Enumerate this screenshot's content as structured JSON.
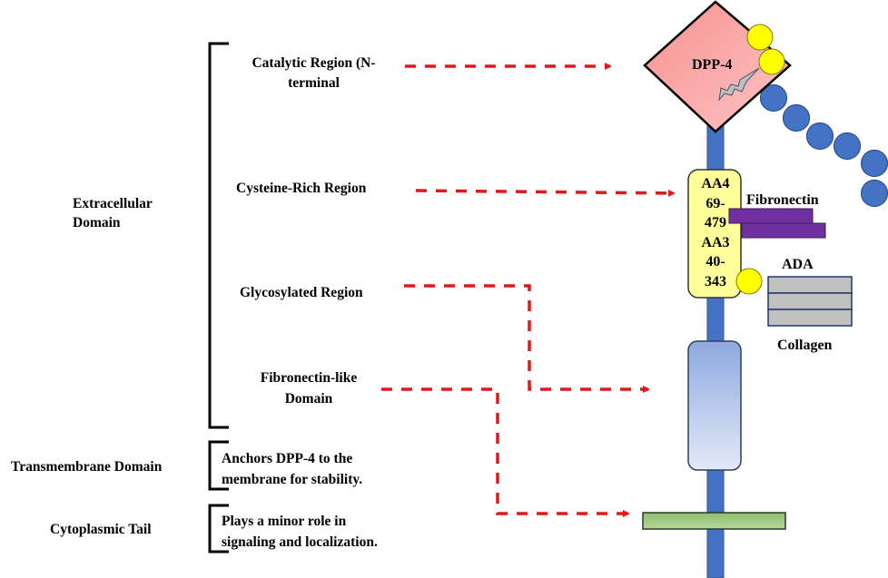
{
  "left_column": {
    "extracellular_label": [
      "Extracellular",
      "Domain"
    ],
    "transmembrane_label": "Transmembrane Domain",
    "cytoplasmic_label": "Cytoplasmic Tail"
  },
  "regions": {
    "catalytic": [
      "Catalytic Region (N-",
      "terminal"
    ],
    "cysteine": "Cysteine-Rich Region",
    "glycosylated": "Glycosylated Region",
    "fibronectin_like": [
      "Fibronectin-like",
      "Domain"
    ]
  },
  "descriptions": {
    "transmembrane": [
      "Anchors DPP-4 to the",
      "membrane for stability."
    ],
    "cytoplasmic": [
      "Plays a minor role in",
      "signaling and localization."
    ]
  },
  "protein": {
    "name": "DPP-4",
    "aa_lines": [
      "AA4",
      "69-",
      "479",
      "AA3",
      "40-",
      "343"
    ]
  },
  "binding_partners": {
    "fibronectin": "Fibronectin",
    "ada": "ADA",
    "collagen": "Collagen"
  },
  "colors": {
    "arrow": "#e0191b",
    "stem": "#4472c4",
    "diamond": "#f4a8a8",
    "yellow": "#ffff00",
    "cysteine_box": "#ffff99",
    "purple": "#7030a0",
    "gray": "#c0c0c0",
    "green": "#a9d18e"
  }
}
